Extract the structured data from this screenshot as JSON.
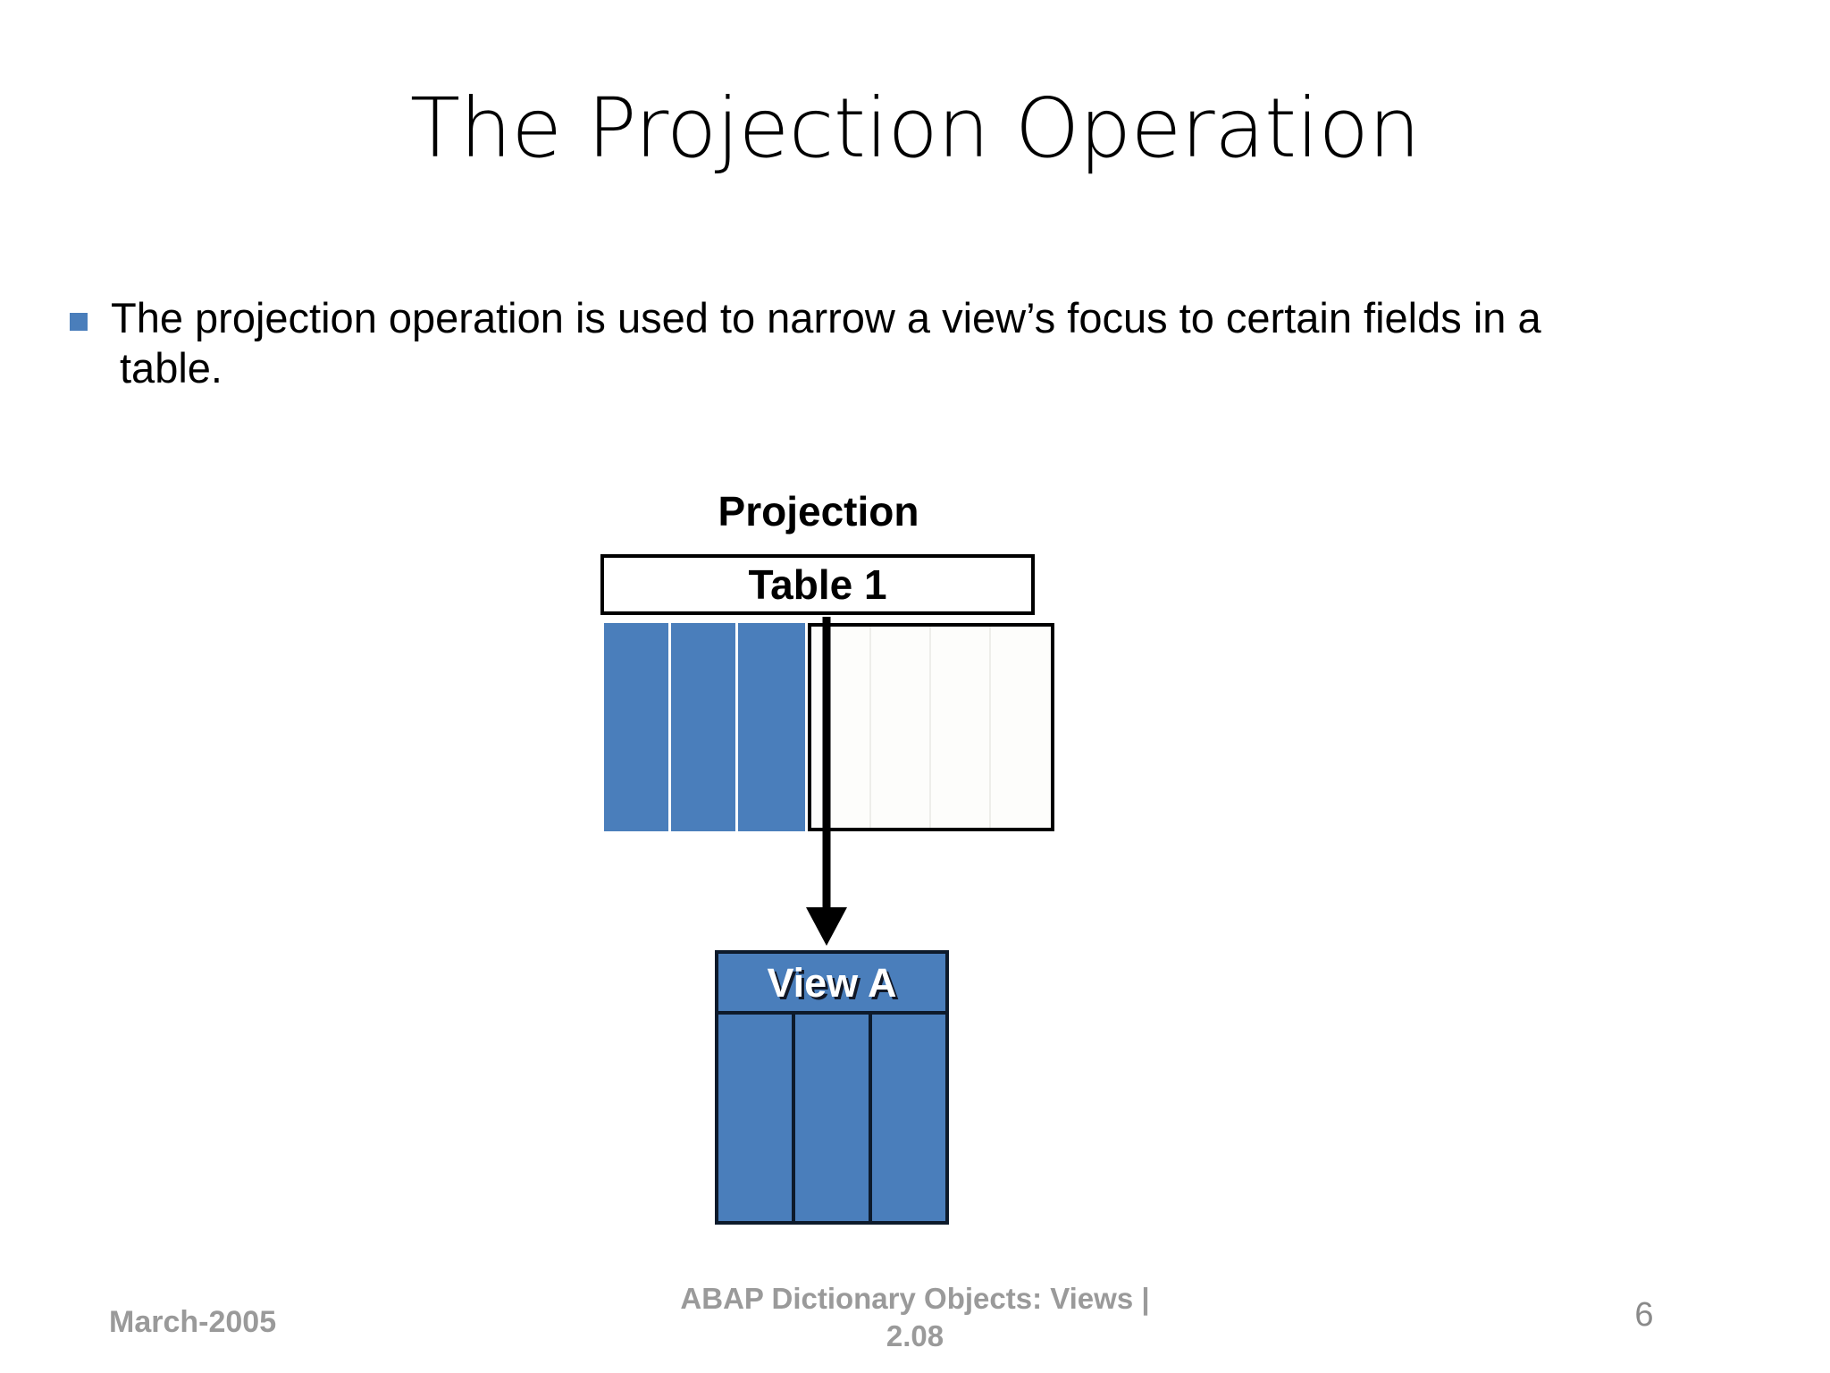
{
  "slide": {
    "title": "The Projection Operation",
    "background_color": "#FFFFFF",
    "accent_color": "#4A7EBB"
  },
  "body": {
    "bullet_marker_color": "#4A7EBB",
    "bullet_line_1": "The projection operation is used to narrow a  view’s focus to certain fields in a",
    "bullet_line_2": "table."
  },
  "diagram": {
    "caption": "Projection",
    "table1": {
      "header_label": "Table 1",
      "selected_columns": [
        "",
        "",
        ""
      ],
      "unselected_columns": [
        "",
        "",
        "",
        ""
      ],
      "selected_fill": "#4A7EBB",
      "unselected_fill": "#FDFDFB",
      "border_color": "#000000"
    },
    "arrow": {
      "direction": "down",
      "color": "#000000"
    },
    "view": {
      "header_label": "View A",
      "header_text_color": "#FFFFFF",
      "fill": "#4A7EBB",
      "border_color": "#0D1A2B",
      "columns": [
        "",
        "",
        ""
      ]
    }
  },
  "footer": {
    "date": "March-2005",
    "center_line_1": "ABAP Dictionary Objects:  Views |",
    "center_line_2": "2.08",
    "page_number": "6",
    "text_color": "#9A9A9A"
  }
}
